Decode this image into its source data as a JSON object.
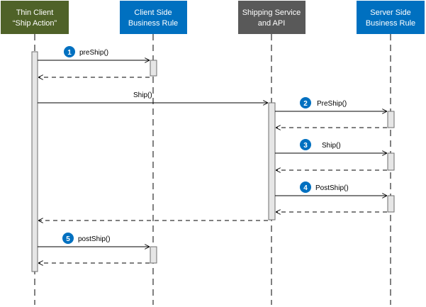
{
  "participants": [
    {
      "id": "thin",
      "lines": [
        "Thin Client",
        "“Ship Action”"
      ],
      "color": "#4f6228"
    },
    {
      "id": "csbr",
      "lines": [
        "Client Side",
        "Business Rule"
      ],
      "color": "#0070c0"
    },
    {
      "id": "ship",
      "lines": [
        "Shipping Service",
        "and API"
      ],
      "color": "#595959"
    },
    {
      "id": "ssbr",
      "lines": [
        "Server Side",
        "Business Rule"
      ],
      "color": "#0070c0"
    }
  ],
  "messages": [
    {
      "label": "preShip()",
      "badge": "1"
    },
    {
      "label": "Ship()",
      "badge": ""
    },
    {
      "label": "PreShip()",
      "badge": "2"
    },
    {
      "label": "Ship()",
      "badge": "3"
    },
    {
      "label": "PostShip()",
      "badge": "4"
    },
    {
      "label": "postShip()",
      "badge": "5"
    }
  ],
  "colors": {
    "badge": "#0070c0",
    "activation_fill": "#e6e6e6",
    "line": "#000000"
  }
}
